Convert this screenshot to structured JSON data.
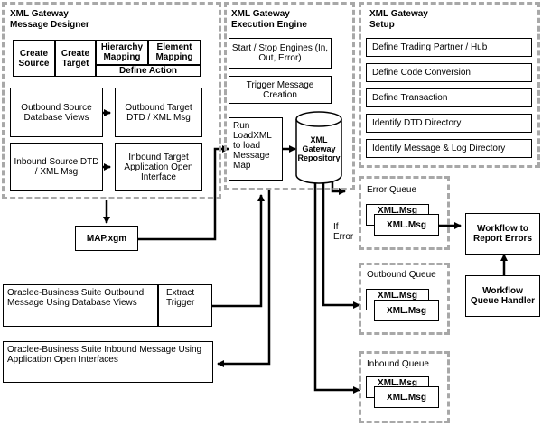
{
  "designer": {
    "title_line1": "XML Gateway",
    "title_line2": "Message Designer",
    "create_source": "Create Source",
    "create_target": "Create Target",
    "hierarchy_mapping": "Hierarchy Mapping",
    "element_mapping": "Element Mapping",
    "define_action": "Define Action",
    "outbound_source": "Outbound Source Database Views",
    "outbound_target": "Outbound Target DTD / XML Msg",
    "inbound_source": "Inbound Source DTD / XML Msg",
    "inbound_target": "Inbound Target Application Open Interface"
  },
  "engine": {
    "title_line1": "XML Gateway",
    "title_line2": "Execution Engine",
    "start_stop": "Start / Stop Engines (In, Out, Error)",
    "trigger_creation": "Trigger Message Creation",
    "run_load": "Run LoadXML to load Message Map",
    "repository": "XML Gateway Repository"
  },
  "setup": {
    "title_line1": "XML Gateway",
    "title_line2": "Setup",
    "items": [
      "Define Trading Partner / Hub",
      "Define Code Conversion",
      "Define Transaction",
      "Identify DTD Directory",
      "Identify Message & Log Directory"
    ]
  },
  "map_file": "MAP.xgm",
  "suite_outbound": "Oraclee-Business Suite Outbound Message Using Database Views",
  "extract_trigger": "Extract Trigger",
  "suite_inbound": "Oraclee-Business Suite Inbound Message Using Application Open Interfaces",
  "if_error_line1": "If",
  "if_error_line2": "Error",
  "queues": {
    "error": "Error Queue",
    "outbound": "Outbound Queue",
    "inbound": "Inbound Queue",
    "msg_label": "XML.Msg"
  },
  "workflow_report": "Workflow to Report Errors",
  "workflow_handler": "Workflow Queue Handler"
}
